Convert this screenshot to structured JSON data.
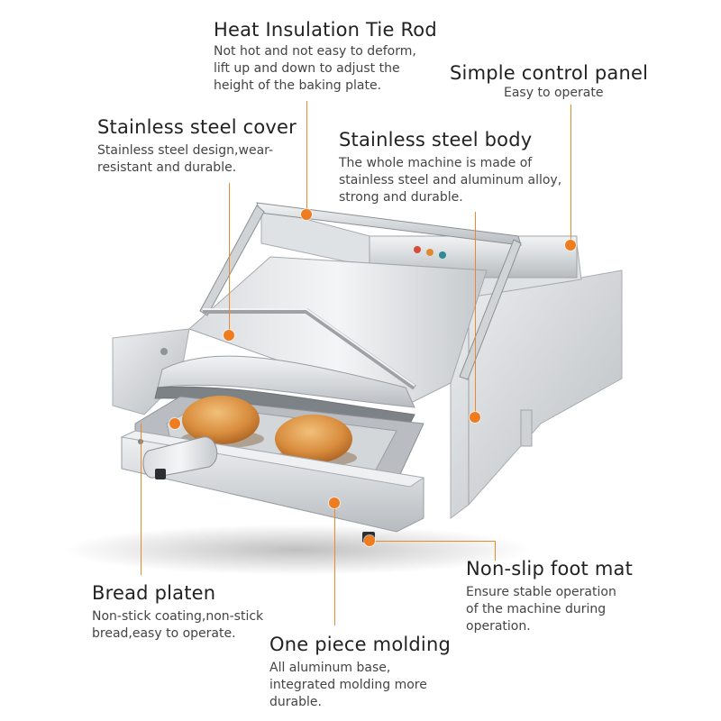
{
  "callouts": {
    "tie_rod": {
      "title": "Heat Insulation Tie Rod",
      "desc": "Not hot and not easy to deform,\nlift up and down to adjust the\nheight of the baking plate."
    },
    "control_panel": {
      "title": "Simple control panel",
      "desc": "Easy to operate"
    },
    "cover": {
      "title": "Stainless steel cover",
      "desc": "Stainless steel design,wear-\nresistant and durable."
    },
    "body": {
      "title": "Stainless steel body",
      "desc": "The whole machine is made of\nstainless steel and aluminum alloy,\nstrong and durable."
    },
    "foot_mat": {
      "title": "Non-slip foot mat",
      "desc": "Ensure stable operation\nof the machine during\noperation."
    },
    "platen": {
      "title": "Bread platen",
      "desc": "Non-stick coating,non-stick\nbread,easy to operate."
    },
    "molding": {
      "title": "One piece molding",
      "desc": "All aluminum base,\nintegrated molding more\ndurable."
    }
  },
  "colors": {
    "accent": "#ef7d1f",
    "steel_light": "#e4e6e8",
    "steel_mid": "#c3c7cb",
    "steel_dark": "#8e9398",
    "bun": "#d58a3c"
  }
}
